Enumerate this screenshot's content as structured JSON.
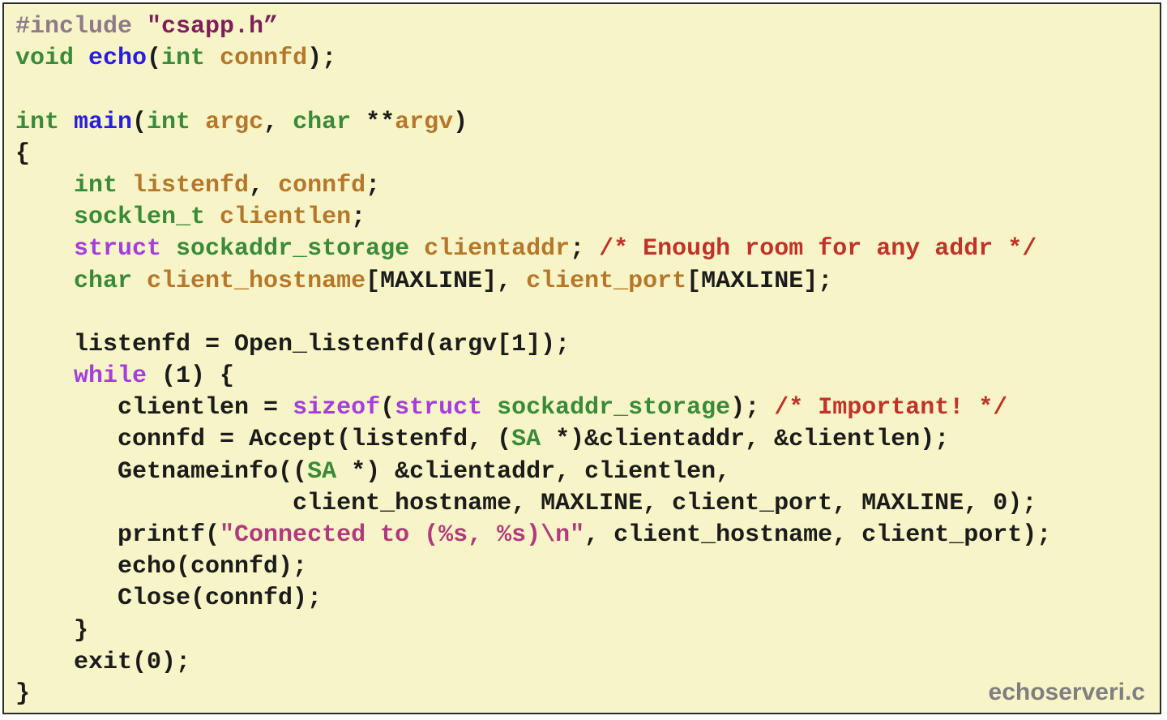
{
  "file_label": "echoserveri.c",
  "colors": {
    "background": "#f7f5c7",
    "border": "#2b2b2b",
    "preprocessor": "#8f7a8a",
    "type_keyword": "#3b8a3b",
    "control_keyword": "#a53ddf",
    "function_name": "#2a1de0",
    "variable": "#b5772b",
    "comment": "#c0332a",
    "string_literal": "#b1397e",
    "plain": "#1b1b1b",
    "file_label": "#7f7f7f"
  },
  "code_lines": [
    [
      {
        "t": "#include ",
        "c": "ln-pre"
      },
      {
        "t": "\"csapp.h”",
        "c": "ln-str"
      }
    ],
    [
      {
        "t": "void ",
        "c": "kw-type"
      },
      {
        "t": "echo",
        "c": "fn"
      },
      {
        "t": "(",
        "c": "plain"
      },
      {
        "t": "int ",
        "c": "kw-type"
      },
      {
        "t": "connfd",
        "c": "var"
      },
      {
        "t": ");",
        "c": "plain"
      }
    ],
    [],
    [
      {
        "t": "int ",
        "c": "kw-type"
      },
      {
        "t": "main",
        "c": "fn"
      },
      {
        "t": "(",
        "c": "plain"
      },
      {
        "t": "int ",
        "c": "kw-type"
      },
      {
        "t": "argc",
        "c": "var"
      },
      {
        "t": ", ",
        "c": "plain"
      },
      {
        "t": "char ",
        "c": "kw-type"
      },
      {
        "t": "**",
        "c": "plain"
      },
      {
        "t": "argv",
        "c": "var"
      },
      {
        "t": ")",
        "c": "plain"
      }
    ],
    [
      {
        "t": "{",
        "c": "plain"
      }
    ],
    [
      {
        "t": "    ",
        "c": "plain"
      },
      {
        "t": "int ",
        "c": "kw-type"
      },
      {
        "t": "listenfd",
        "c": "var"
      },
      {
        "t": ", ",
        "c": "plain"
      },
      {
        "t": "connfd",
        "c": "var"
      },
      {
        "t": ";",
        "c": "plain"
      }
    ],
    [
      {
        "t": "    ",
        "c": "plain"
      },
      {
        "t": "socklen_t ",
        "c": "kw-type"
      },
      {
        "t": "clientlen",
        "c": "var"
      },
      {
        "t": ";",
        "c": "plain"
      }
    ],
    [
      {
        "t": "    ",
        "c": "plain"
      },
      {
        "t": "struct ",
        "c": "kw-ctrl"
      },
      {
        "t": "sockaddr_storage ",
        "c": "kw-type"
      },
      {
        "t": "clientaddr",
        "c": "var"
      },
      {
        "t": "; ",
        "c": "plain"
      },
      {
        "t": "/* Enough room for any addr */",
        "c": "comment"
      }
    ],
    [
      {
        "t": "    ",
        "c": "plain"
      },
      {
        "t": "char ",
        "c": "kw-type"
      },
      {
        "t": "client_hostname",
        "c": "var"
      },
      {
        "t": "[MAXLINE], ",
        "c": "plain"
      },
      {
        "t": "client_port",
        "c": "var"
      },
      {
        "t": "[MAXLINE];",
        "c": "plain"
      }
    ],
    [],
    [
      {
        "t": "    listenfd = Open_listenfd(argv[1]);",
        "c": "plain"
      }
    ],
    [
      {
        "t": "    ",
        "c": "plain"
      },
      {
        "t": "while ",
        "c": "kw-ctrl"
      },
      {
        "t": "(1) {",
        "c": "plain"
      }
    ],
    [
      {
        "t": "       clientlen = ",
        "c": "plain"
      },
      {
        "t": "sizeof",
        "c": "kw-ctrl"
      },
      {
        "t": "(",
        "c": "plain"
      },
      {
        "t": "struct ",
        "c": "kw-ctrl"
      },
      {
        "t": "sockaddr_storage",
        "c": "kw-type"
      },
      {
        "t": "); ",
        "c": "plain"
      },
      {
        "t": "/* Important! */",
        "c": "comment"
      }
    ],
    [
      {
        "t": "       connfd = Accept(listenfd, (",
        "c": "plain"
      },
      {
        "t": "SA",
        "c": "kw-type"
      },
      {
        "t": " *)&clientaddr, &clientlen);",
        "c": "plain"
      }
    ],
    [
      {
        "t": "       Getnameinfo((",
        "c": "plain"
      },
      {
        "t": "SA",
        "c": "kw-type"
      },
      {
        "t": " *) &clientaddr, clientlen,",
        "c": "plain"
      }
    ],
    [
      {
        "t": "                   client_hostname, MAXLINE, client_port, MAXLINE, 0);",
        "c": "plain"
      }
    ],
    [
      {
        "t": "       printf(",
        "c": "plain"
      },
      {
        "t": "\"Connected to (%s, %s)\\n\"",
        "c": "strlit"
      },
      {
        "t": ", client_hostname, client_port);",
        "c": "plain"
      }
    ],
    [
      {
        "t": "       echo(connfd);",
        "c": "plain"
      }
    ],
    [
      {
        "t": "       Close(connfd);",
        "c": "plain"
      }
    ],
    [
      {
        "t": "    }",
        "c": "plain"
      }
    ],
    [
      {
        "t": "    exit(0);",
        "c": "plain"
      }
    ],
    [
      {
        "t": "}",
        "c": "plain"
      }
    ]
  ]
}
